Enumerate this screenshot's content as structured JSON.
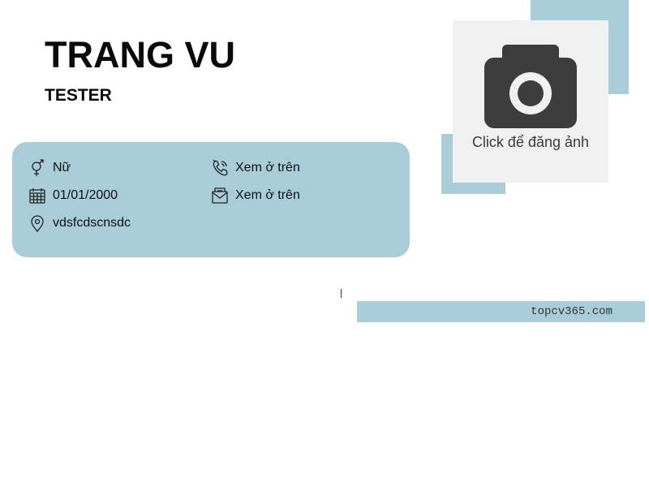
{
  "profile": {
    "name": "TRANG VU",
    "job_title": "TESTER"
  },
  "photo": {
    "label": "Click để đăng ảnh",
    "icon": "camera-icon"
  },
  "contact": {
    "gender": {
      "icon": "gender-icon",
      "value": "Nữ"
    },
    "phone": {
      "icon": "phone-icon",
      "value": "Xem ở trên"
    },
    "birthday": {
      "icon": "calendar-icon",
      "value": "01/01/2000"
    },
    "email": {
      "icon": "mail-icon",
      "value": "Xem ở trên"
    },
    "address": {
      "icon": "location-pin-icon",
      "value": "vdsfcdscnsdc"
    }
  },
  "footer": {
    "site": "topcv365.com"
  },
  "colors": {
    "accent": "#a8cdd9",
    "photo_bg": "#f0f0f0",
    "icon_dark": "#3d3d3d"
  }
}
